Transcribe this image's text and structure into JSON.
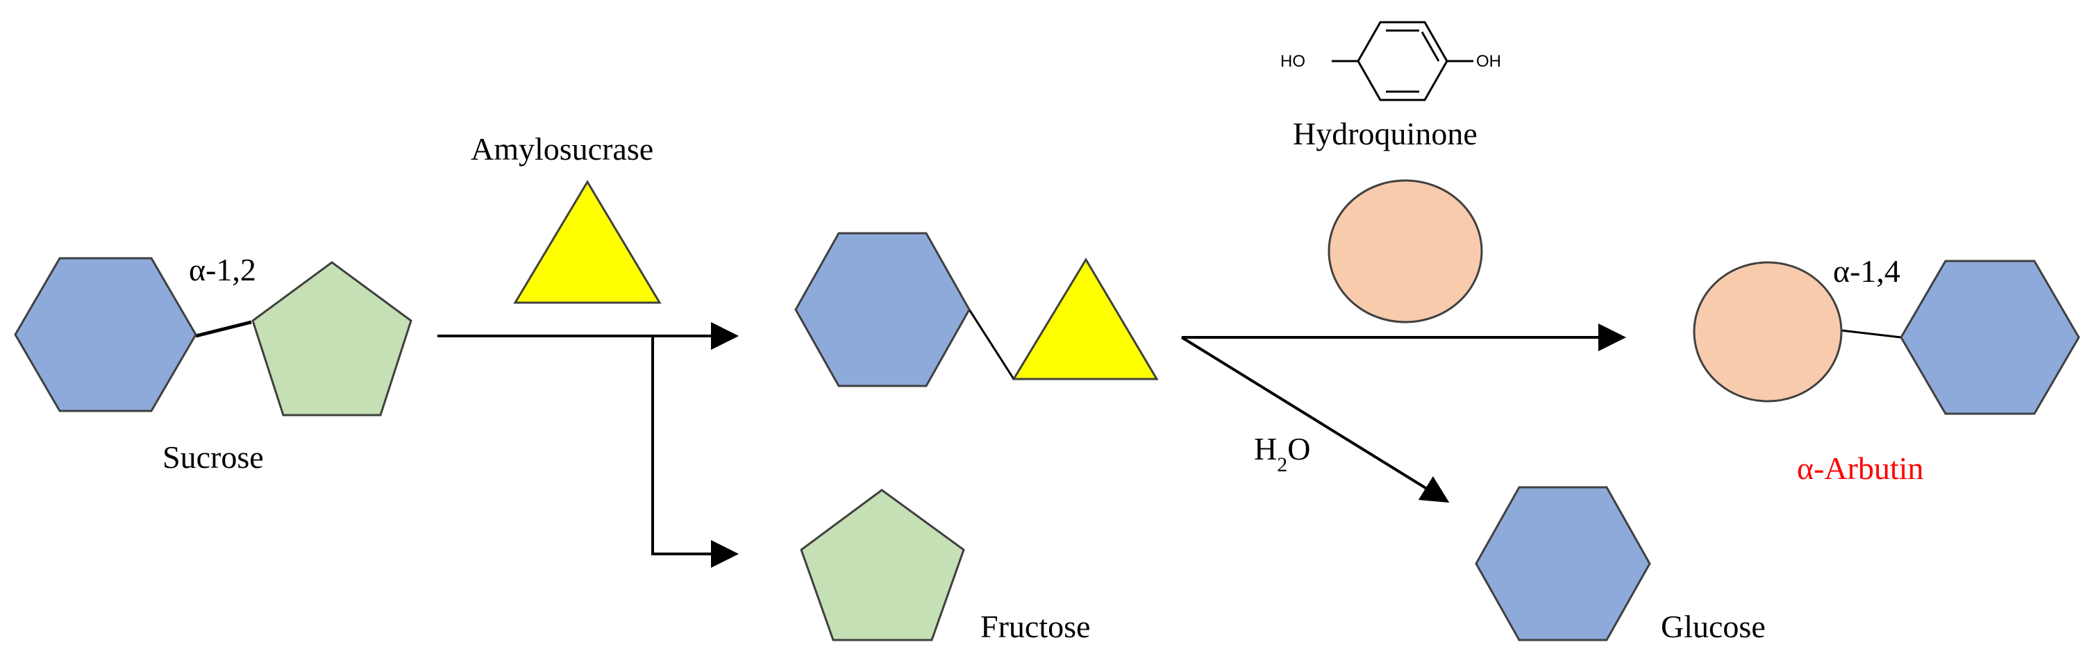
{
  "labels": {
    "sucrose": "Sucrose",
    "alpha_1_2": "α-1,2",
    "amylosucrase": "Amylosucrase",
    "fructose": "Fructose",
    "hydroquinone": "Hydroquinone",
    "ho_left": "HO",
    "oh_right": "OH",
    "water_h": "H",
    "water_sub": "2",
    "water_o": "O",
    "glucose": "Glucose",
    "alpha_1_4": "α-1,4",
    "alpha_arbutin": "α-Arbutin"
  },
  "colors": {
    "glucose_hexagon": "#8eaadb",
    "fructose_pentagon": "#c5e0b4",
    "enzyme_triangle": "#ffff00",
    "hydroquinone_circle": "#f8cbad",
    "outline": "#404040",
    "arbutin_label": "#ff0000"
  }
}
